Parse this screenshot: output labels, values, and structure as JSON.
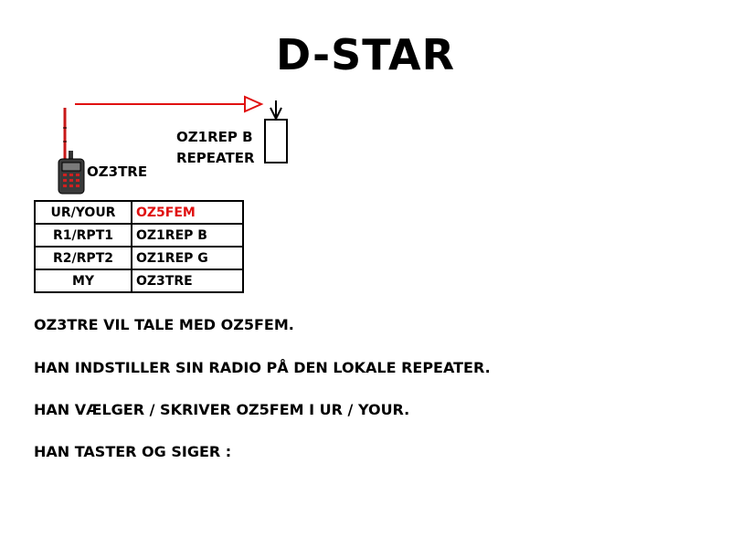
{
  "title": "D-STAR",
  "colors": {
    "accent": "#e01010",
    "text": "#000000",
    "background": "#ffffff"
  },
  "diagram": {
    "radio_callsign": "OZ3TRE",
    "repeater_callsign": "OZ1REP B",
    "repeater_label": "REPEATER"
  },
  "routing_table": [
    {
      "field": "UR/YOUR",
      "value": "OZ5FEM",
      "highlight": true
    },
    {
      "field": "R1/RPT1",
      "value": "OZ1REP B",
      "highlight": false
    },
    {
      "field": "R2/RPT2",
      "value": "OZ1REP G",
      "highlight": false
    },
    {
      "field": "MY",
      "value": "OZ3TRE",
      "highlight": false
    }
  ],
  "description": [
    "OZ3TRE VIL TALE MED OZ5FEM.",
    "HAN INDSTILLER SIN RADIO PÅ DEN LOKALE REPEATER.",
    "HAN VÆLGER / SKRIVER OZ5FEM I UR / YOUR.",
    "HAN TASTER OG SIGER :"
  ]
}
